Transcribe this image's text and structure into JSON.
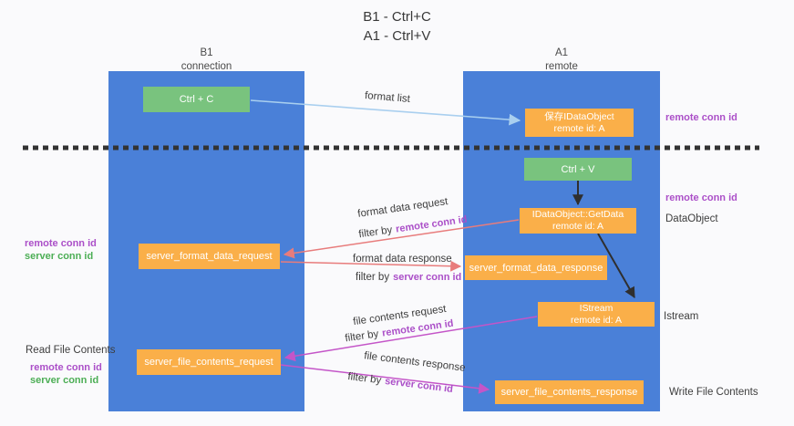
{
  "title": {
    "line1": "B1 - Ctrl+C",
    "line2": "A1 - Ctrl+V"
  },
  "lanes": {
    "left": {
      "name": "B1",
      "subtitle": "connection"
    },
    "right": {
      "name": "A1",
      "subtitle": "remote"
    }
  },
  "boxes": {
    "ctrl_c": {
      "label": "Ctrl + C"
    },
    "save_idataobject": {
      "line1": "保存IDataObject",
      "line2": "remote id: A"
    },
    "ctrl_v": {
      "label": "Ctrl + V"
    },
    "getdata": {
      "line1": "IDataObject::GetData",
      "line2": "remote id: A"
    },
    "format_request": {
      "label": "server_format_data_request"
    },
    "format_response": {
      "label": "server_format_data_response"
    },
    "istream": {
      "line1": "IStream",
      "line2": "remote id: A"
    },
    "file_request": {
      "label": "server_file_contents_request"
    },
    "file_response": {
      "label": "server_file_contents_response"
    }
  },
  "arrow_labels": {
    "format_list": "format list",
    "format_data_request": "format data request",
    "format_data_response": "format data response",
    "file_contents_request": "file contents request",
    "file_contents_response": "file contents response"
  },
  "tokens": {
    "filter_by": "filter by",
    "remote_conn_id": "remote conn id",
    "server_conn_id": "server conn id"
  },
  "side_labels": {
    "dataobject": "DataObject",
    "istream": "Istream",
    "write_file_contents": "Write File Contents",
    "read_file_contents": "Read File Contents"
  },
  "colors": {
    "lane_blue": "#4a80d8",
    "box_orange": "#faaf49",
    "box_green": "#79c37e",
    "arrow_blue": "#a9cfef",
    "arrow_salmon": "#e87c7c",
    "arrow_magenta": "#c455c8",
    "arrow_black": "#2f2f2f",
    "label_purple": "#ab4fc8",
    "label_green": "#4cae55"
  }
}
